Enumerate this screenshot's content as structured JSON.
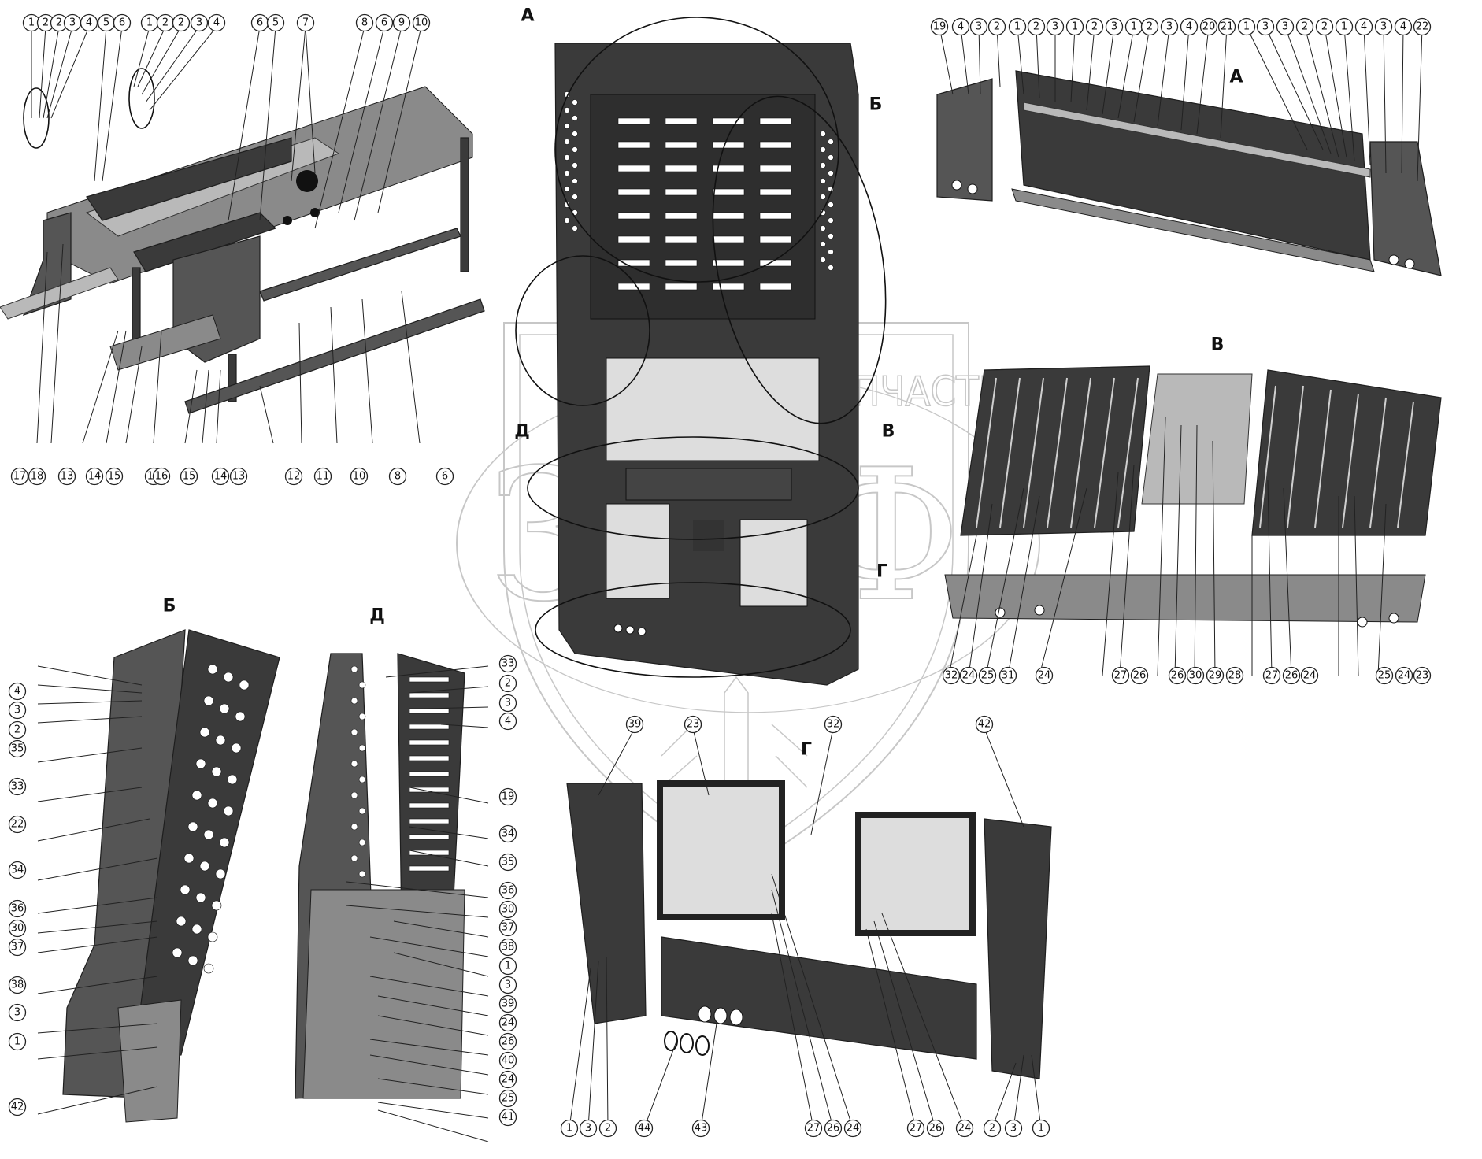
{
  "watermark": {
    "text": "ТЕХНИКА И ЗАПЧАСТИ"
  },
  "views": [
    {
      "id": "A-top",
      "letter": "А"
    },
    {
      "id": "B-top",
      "letter": "Б"
    },
    {
      "id": "V-top",
      "letter": "В"
    },
    {
      "id": "G-top",
      "letter": "Г"
    },
    {
      "id": "D-top",
      "letter": "Д"
    },
    {
      "id": "A-detail",
      "letter": "А"
    },
    {
      "id": "V-detail",
      "letter": "В"
    },
    {
      "id": "B-detail",
      "letter": "Б"
    },
    {
      "id": "D-detail",
      "letter": "Д"
    },
    {
      "id": "G-detail",
      "letter": "Г"
    }
  ],
  "callouts": {
    "cab_top": [
      "1",
      "2",
      "2",
      "3",
      "4",
      "5",
      "6",
      "1",
      "2",
      "2",
      "3",
      "4",
      "6",
      "5",
      "7",
      "8",
      "6",
      "9",
      "10"
    ],
    "cab_bottom": [
      "17",
      "18",
      "13",
      "14",
      "15",
      "17",
      "16",
      "15",
      "14",
      "13",
      "12",
      "11",
      "10",
      "8",
      "6"
    ],
    "view_a_top": [
      "19",
      "4",
      "3",
      "2",
      "1",
      "2",
      "3",
      "1",
      "2",
      "3",
      "1",
      "2",
      "3",
      "4",
      "20",
      "21",
      "1",
      "3",
      "3",
      "2",
      "2",
      "1",
      "4",
      "3",
      "4",
      "22"
    ],
    "view_v_bottom": [
      "32",
      "24",
      "25",
      "31",
      "24",
      "27",
      "26",
      "26",
      "30",
      "29",
      "28",
      "27",
      "26",
      "24",
      "25",
      "24",
      "23"
    ],
    "view_b_left": [
      "4",
      "3",
      "2",
      "35",
      "33",
      "22",
      "34",
      "36",
      "30",
      "37",
      "38",
      "3",
      "1",
      "42"
    ],
    "view_d_right": [
      "33",
      "2",
      "3",
      "4",
      "19",
      "34",
      "35",
      "36",
      "30",
      "37",
      "38",
      "1",
      "3",
      "39",
      "24",
      "26",
      "40",
      "24",
      "25",
      "41"
    ],
    "view_g_top": [
      "39",
      "23",
      "32",
      "42"
    ],
    "view_g_bottom": [
      "1",
      "3",
      "2",
      "44",
      "43",
      "27",
      "26",
      "24",
      "27",
      "26",
      "24",
      "2",
      "3",
      "1"
    ]
  }
}
